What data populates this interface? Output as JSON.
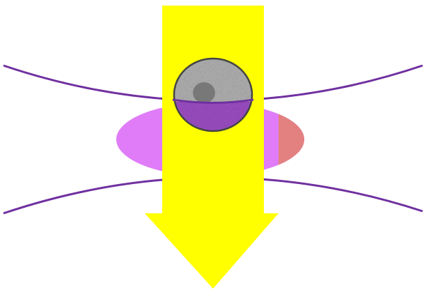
{
  "diagram": {
    "background": "#ffffff",
    "arrow": {
      "shape": "downward-arrow",
      "color": "#ffff00"
    },
    "boundary_curves": {
      "count": 2,
      "color": "#7030a0"
    },
    "ellipse": {
      "color": "#e07cf8",
      "overlap_color": "#e38080"
    },
    "particle": {
      "shape": "circle",
      "texture": "speckled",
      "upper_color": "#b4b4b4",
      "lower_color": "#a050c8",
      "outline_color": "#444444",
      "core_color": "#787878"
    }
  }
}
